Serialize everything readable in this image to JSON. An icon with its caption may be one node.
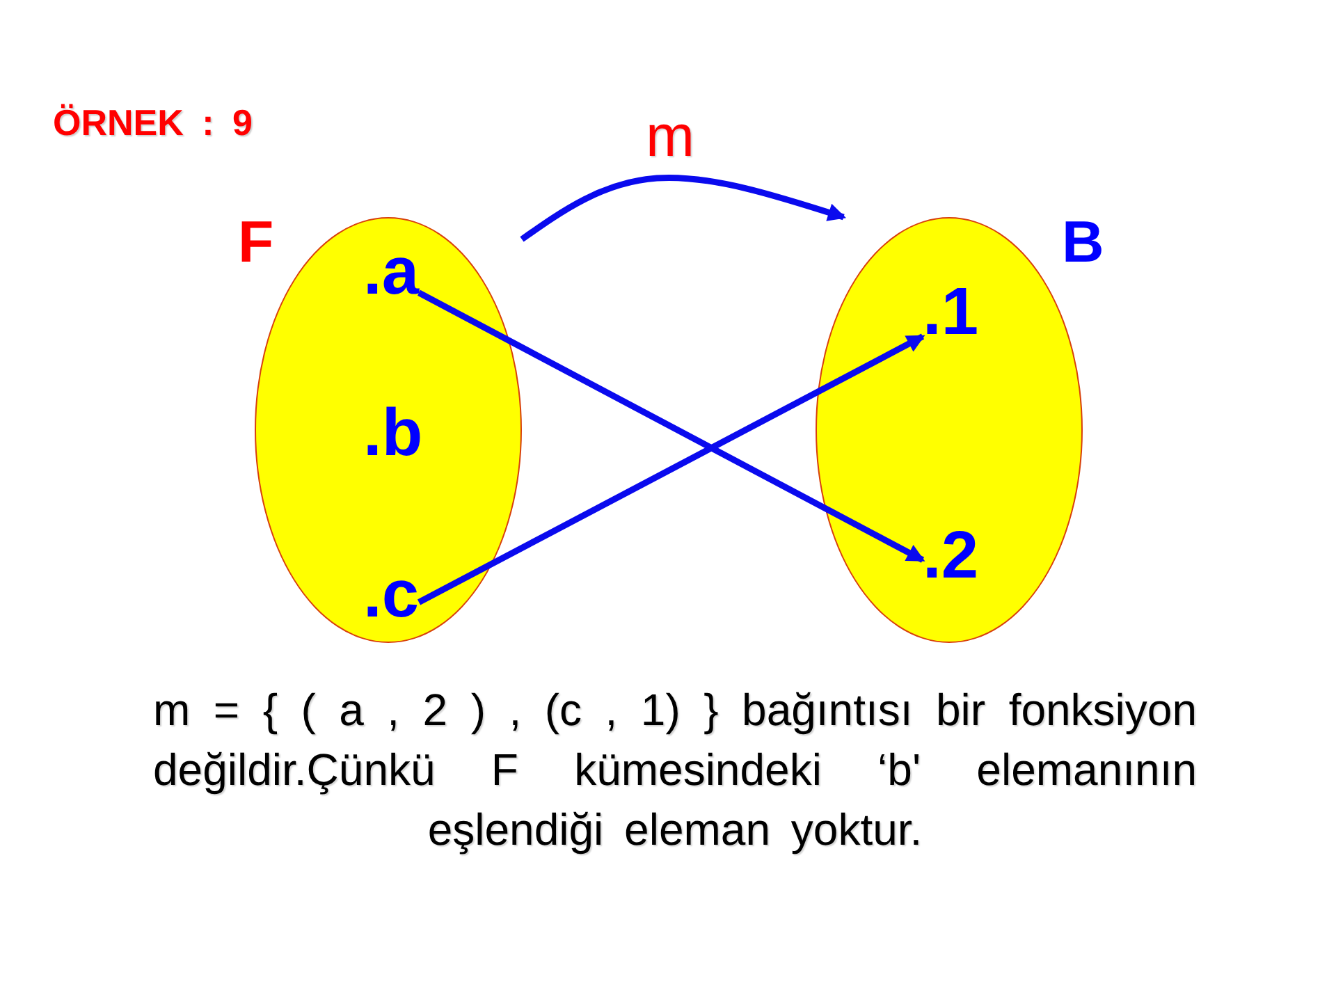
{
  "diagram": {
    "title": "ÖRNEK : 9",
    "nodes": [
      {
        "text": [
          "F"
        ]
      },
      {
        "text": [
          ".a"
        ],
        "in": 0
      },
      {
        "text": [
          ".b"
        ],
        "in": 0
      },
      {
        "text": [
          ".c"
        ],
        "in": 0
      },
      {
        "text": [
          "B"
        ]
      },
      {
        "text": [
          ".1"
        ],
        "in": 4
      },
      {
        "text": [
          ".2"
        ],
        "in": 4
      }
    ],
    "edges": [
      {
        "from": 0,
        "to": 4,
        "arrow": "to",
        "label": "m"
      },
      {
        "from": 1,
        "to": 6,
        "arrow": "to"
      },
      {
        "from": 3,
        "to": 5,
        "arrow": "to"
      }
    ],
    "caption": "m = { ( a , 2 ) , (c , 1) } bağıntısı bir fonksiyon değildir.Çünkü F kümesindeki ‘b' elemanının eşlendiği eleman yoktur."
  }
}
